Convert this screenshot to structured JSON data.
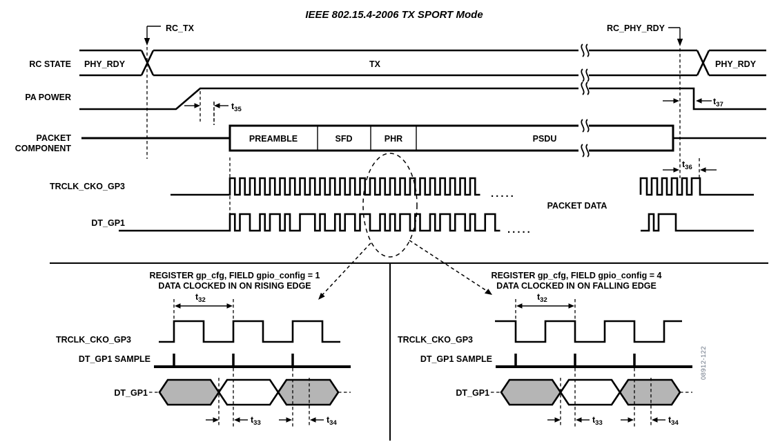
{
  "title": "IEEE 802.15.4-2006 TX SPORT Mode",
  "figure_number": "08912-122",
  "colors": {
    "ink": "#000000",
    "hex_fill_gray": "#b5b5b5",
    "figure_number_gray": "#6b7585",
    "background": "#ffffff"
  },
  "top": {
    "rc_state": {
      "label": "RC STATE",
      "state_before": "PHY_RDY",
      "state_main": "TX",
      "state_after": "PHY_RDY"
    },
    "pa_power": {
      "label": "PA POWER"
    },
    "packet": {
      "label_line1": "PACKET",
      "label_line2": "COMPONENT",
      "segments": [
        "PREAMBLE",
        "SFD",
        "PHR",
        "PSDU"
      ]
    },
    "trclk": {
      "label": "TRCLK_CKO_GP3"
    },
    "dt": {
      "label": "DT_GP1"
    },
    "events": {
      "rc_tx": "RC_TX",
      "rc_phy_rdy": "RC_PHY_RDY"
    },
    "packet_data_label": "PACKET DATA",
    "dots_clock": ".....",
    "dots_data": ".....",
    "timing": {
      "t35": {
        "base": "t",
        "sub": "35"
      },
      "t36": {
        "base": "t",
        "sub": "36"
      },
      "t37": {
        "base": "t",
        "sub": "37"
      }
    }
  },
  "panels": [
    {
      "heading_line1": "REGISTER gp_cfg, FIELD gpio_config = 1",
      "heading_line2": "DATA CLOCKED IN ON RISING EDGE",
      "clock_label": "TRCLK_CKO_GP3",
      "sample_label": "DT_GP1 SAMPLE",
      "data_label": "DT_GP1",
      "timing": {
        "t32": {
          "base": "t",
          "sub": "32"
        },
        "t33": {
          "base": "t",
          "sub": "33"
        },
        "t34": {
          "base": "t",
          "sub": "34"
        }
      }
    },
    {
      "heading_line1": "REGISTER gp_cfg, FIELD gpio_config = 4",
      "heading_line2": "DATA CLOCKED IN ON FALLING EDGE",
      "clock_label": "TRCLK_CKO_GP3",
      "sample_label": "DT_GP1 SAMPLE",
      "data_label": "DT_GP1",
      "timing": {
        "t32": {
          "base": "t",
          "sub": "32"
        },
        "t33": {
          "base": "t",
          "sub": "33"
        },
        "t34": {
          "base": "t",
          "sub": "34"
        }
      }
    }
  ]
}
